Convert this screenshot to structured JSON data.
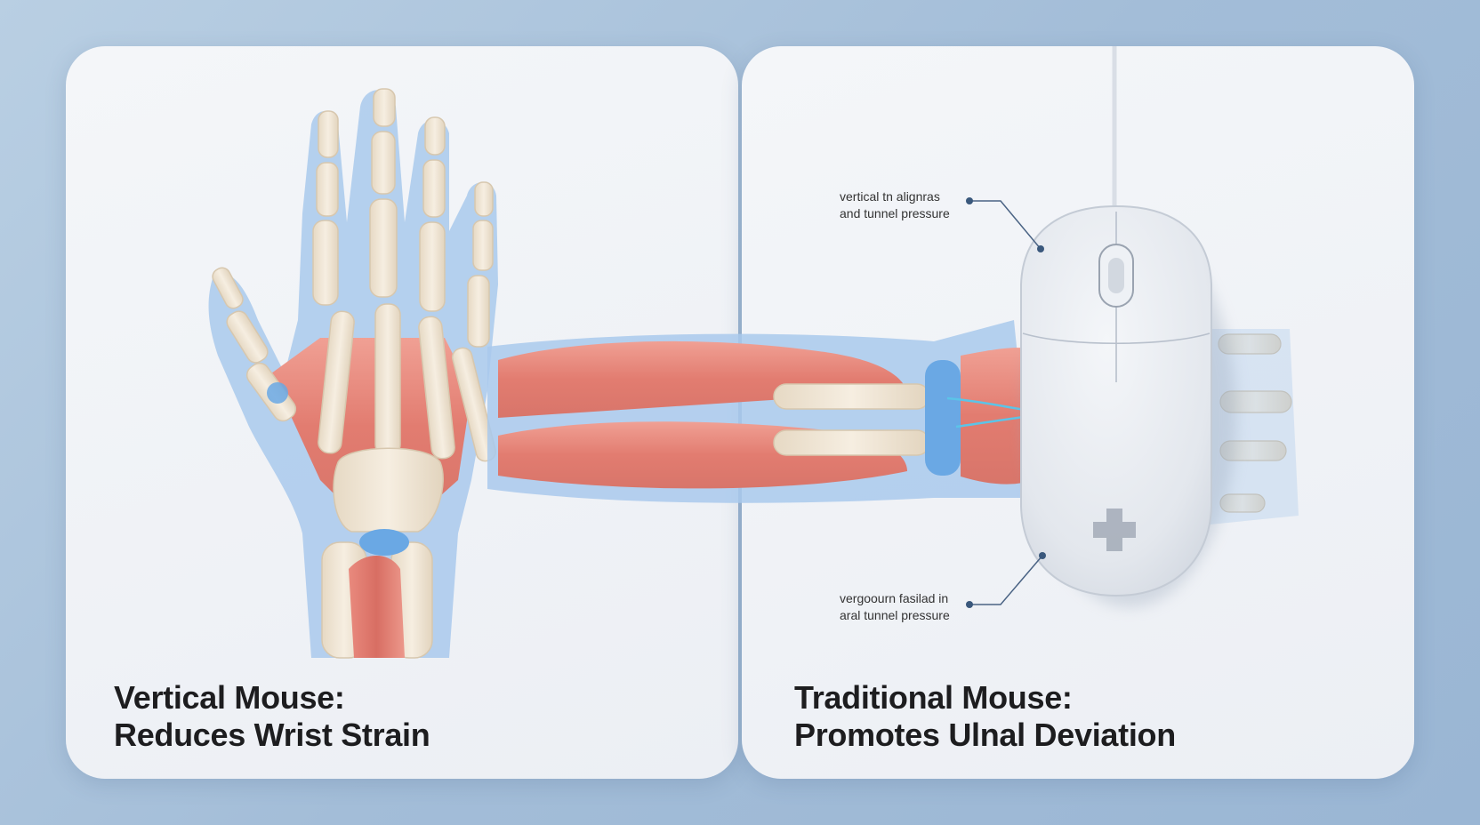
{
  "left_panel": {
    "caption_line1": "Vertical Mouse:",
    "caption_line2": "Reduces Wrist Strain"
  },
  "right_panel": {
    "caption_line1": "Traditional Mouse:",
    "caption_line2": "Promotes Ulnal Deviation",
    "annotation_top": {
      "line1": "vertical tn alignras",
      "line2": "and tunnel pressure"
    },
    "annotation_bottom": {
      "line1": "vergoourn fasilad in",
      "line2": "aral tunnel pressure"
    }
  },
  "colors": {
    "bone": "#efe4d2",
    "muscle": "#e68578",
    "soft_tissue": "#a9c9ec",
    "cartilage": "#6aa8e4",
    "mouse_body": "#e6e9ee"
  },
  "icons": [
    "medical-cross-icon",
    "scroll-wheel-icon"
  ]
}
